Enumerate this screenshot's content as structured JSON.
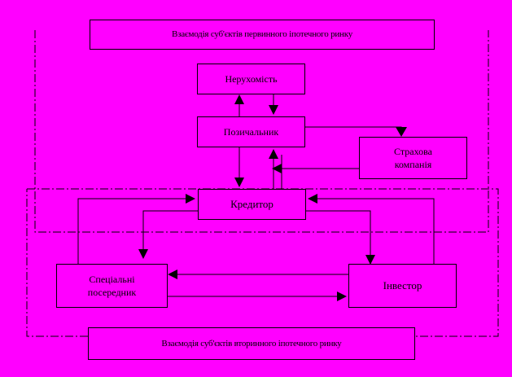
{
  "diagram": {
    "primary_market_label": "Взаємодія суб'єктів первинного іпотечного ринку",
    "secondary_market_label": "Взаємодія суб'єктів вторинного іпотечного ринку",
    "nodes": {
      "property": "Нерухомість",
      "borrower": "Позичальник",
      "insurer": {
        "line1": "Страхова",
        "line2": "компанія"
      },
      "creditor": "Кредитор",
      "association": {
        "line1": "Спеціальні",
        "line2": "посередник"
      },
      "investor": "Інвестор"
    },
    "colors": {
      "background": "#ff00ff",
      "line": "#000000"
    }
  }
}
